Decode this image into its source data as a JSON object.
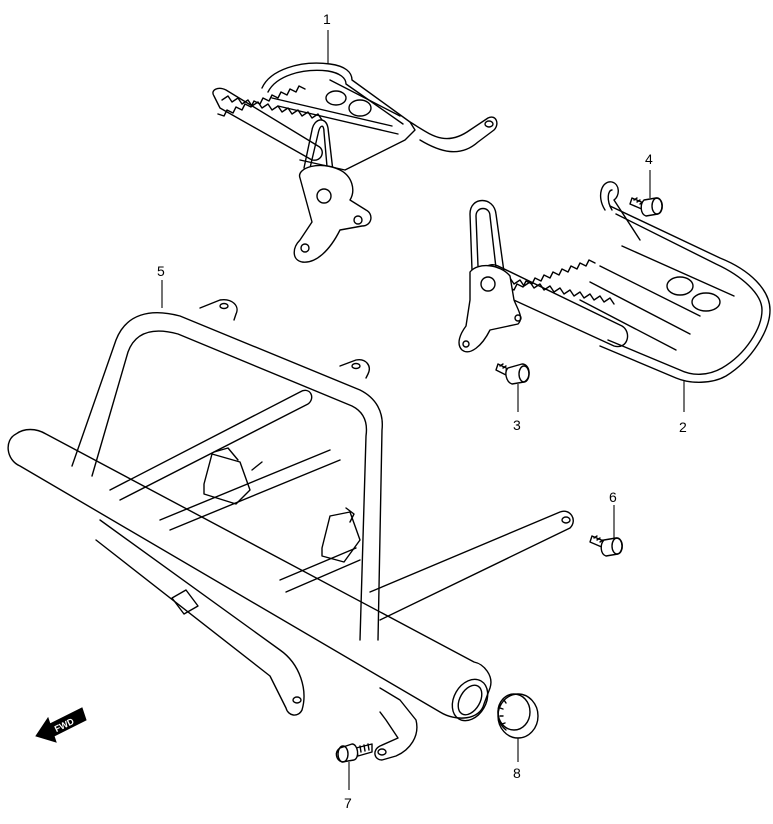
{
  "callouts": [
    {
      "id": "1",
      "label": "1"
    },
    {
      "id": "2",
      "label": "2"
    },
    {
      "id": "3",
      "label": "3"
    },
    {
      "id": "4",
      "label": "4"
    },
    {
      "id": "5",
      "label": "5"
    },
    {
      "id": "6",
      "label": "6"
    },
    {
      "id": "7",
      "label": "7"
    },
    {
      "id": "8",
      "label": "8"
    }
  ],
  "direction_arrow": {
    "label": "FWD",
    "icon": "fwd-arrow-icon"
  }
}
